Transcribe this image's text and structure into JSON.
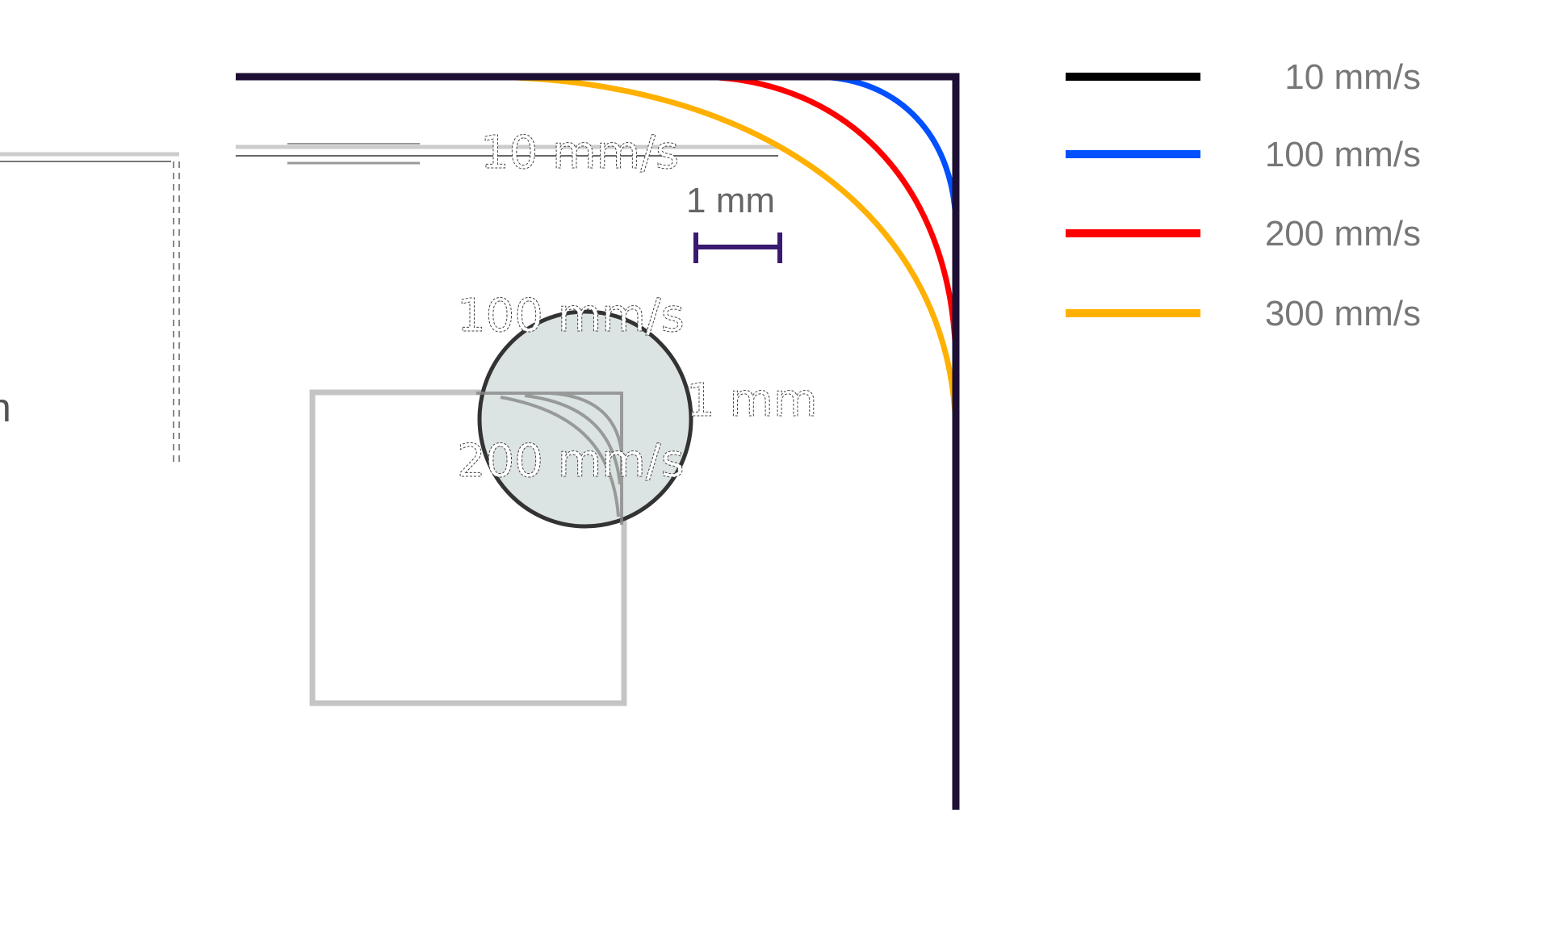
{
  "legend": {
    "items": [
      {
        "label": "10 mm/s",
        "color": "#000000"
      },
      {
        "label": "100 mm/s",
        "color": "#0050ff"
      },
      {
        "label": "200 mm/s",
        "color": "#ff0000"
      },
      {
        "label": "300 mm/s",
        "color": "#ffb000"
      }
    ]
  },
  "path_color": "#1c0f33",
  "scale_bar": {
    "label": "1 mm",
    "color": "#3a1a70"
  },
  "ghost_labels": {
    "speed_10": "10 mm/s",
    "speed_100": "100 mm/s",
    "speed_200": "200 mm/s",
    "scale": "1 mm",
    "edge_fragment": "n"
  },
  "magnifier_fill": "#dce3e3"
}
